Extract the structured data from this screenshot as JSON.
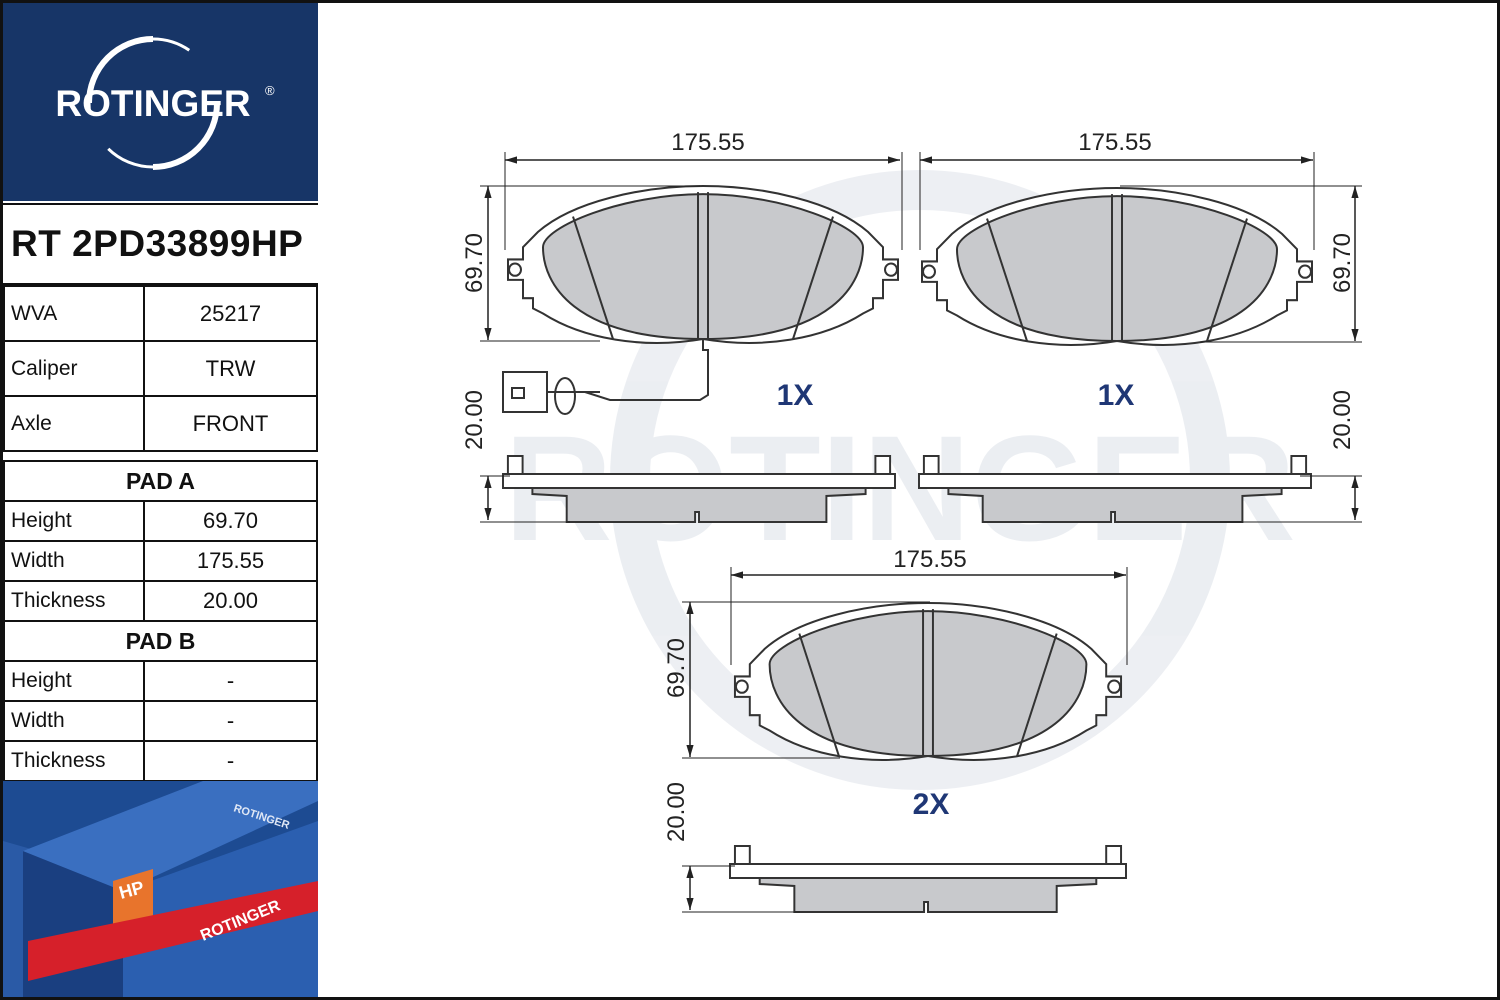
{
  "brand": {
    "name": "ROTINGER",
    "registered": "®"
  },
  "part_number": "RT 2PD33899HP",
  "specs": [
    {
      "label": "WVA",
      "value": "25217"
    },
    {
      "label": "Caliper",
      "value": "TRW"
    },
    {
      "label": "Axle",
      "value": "FRONT"
    }
  ],
  "pad_a": {
    "title": "PAD A",
    "rows": [
      {
        "label": "Height",
        "value": "69.70"
      },
      {
        "label": "Width",
        "value": "175.55"
      },
      {
        "label": "Thickness",
        "value": "20.00"
      }
    ]
  },
  "pad_b": {
    "title": "PAD B",
    "rows": [
      {
        "label": "Height",
        "value": "-"
      },
      {
        "label": "Width",
        "value": "-"
      },
      {
        "label": "Thickness",
        "value": "-"
      }
    ]
  },
  "package": {
    "brand_text": "ROTINGER",
    "badge": "HP"
  },
  "diagram": {
    "pad1": {
      "width": "175.55",
      "height": "69.70",
      "thickness": "20.00",
      "qty": "1X"
    },
    "pad2": {
      "width": "175.55",
      "height": "69.70",
      "thickness": "20.00",
      "qty": "1X"
    },
    "pad3": {
      "width": "175.55",
      "height": "69.70",
      "thickness": "20.00",
      "qty": "2X"
    },
    "watermark": "ROTINGER"
  },
  "colors": {
    "brand_blue": "#173567",
    "qty_blue": "#1f3775",
    "pad_fill": "#c8c9cc",
    "package_red": "#d6202a"
  }
}
